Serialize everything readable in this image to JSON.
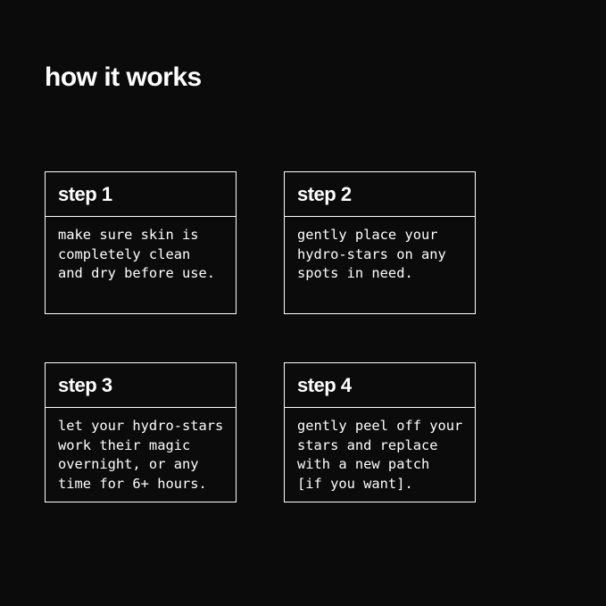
{
  "page": {
    "title": "how it works",
    "background_color": "#0b0b0b",
    "text_color": "#ffffff",
    "border_color": "#ffffff"
  },
  "steps": [
    {
      "label": "step 1",
      "body": "make sure skin is\ncompletely clean\nand dry before use."
    },
    {
      "label": "step 2",
      "body": "gently place your\nhydro-stars on any\nspots in need."
    },
    {
      "label": "step 3",
      "body": "let your hydro-stars\nwork their magic\novernight, or any\ntime for 6+ hours."
    },
    {
      "label": "step 4",
      "body": "gently peel off your\nstars and replace\nwith a new patch\n[if you want]."
    }
  ]
}
